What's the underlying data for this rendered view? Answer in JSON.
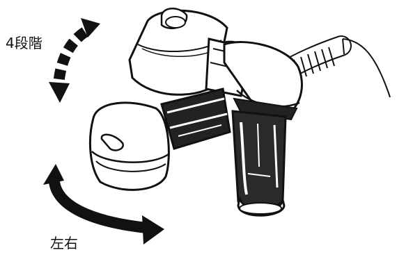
{
  "labels": {
    "tilt": "4段階",
    "swivel": "左右"
  },
  "colors": {
    "ink": "#111111",
    "paper": "#ffffff",
    "shade": "#2a2a2a"
  },
  "icons": {
    "tilt_arrow": "curved-dashed-double-arrow",
    "swivel_arrow": "curved-solid-double-arrow"
  }
}
